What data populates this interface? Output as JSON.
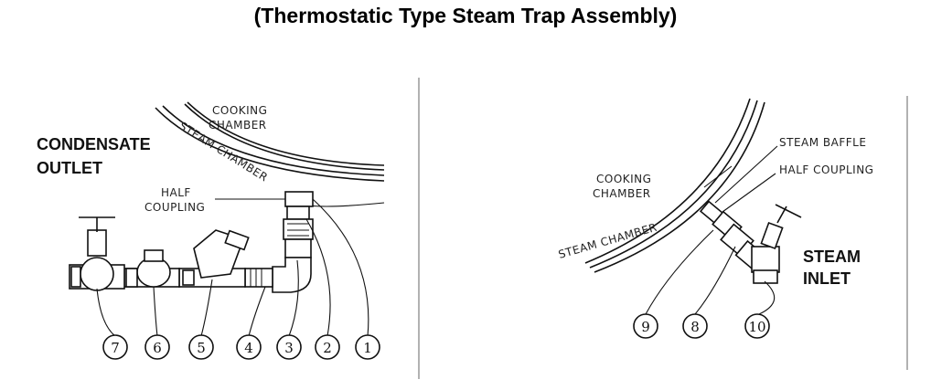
{
  "title": "(Thermostatic Type Steam Trap Assembly)",
  "left": {
    "condensate_line1": "CONDENSATE",
    "condensate_line2": "OUTLET",
    "cooking_line1": "COOKING",
    "cooking_line2": "CHAMBER",
    "steam_chamber": "STEAM CHAMBER",
    "half_coupling_line1": "HALF",
    "half_coupling_line2": "COUPLING",
    "callouts": [
      "7",
      "6",
      "5",
      "4",
      "3",
      "2",
      "1"
    ]
  },
  "right": {
    "steam_baffle": "STEAM BAFFLE",
    "half_coupling": "HALF COUPLING",
    "cooking_line1": "COOKING",
    "cooking_line2": "CHAMBER",
    "steam_chamber": "STEAM CHAMBER",
    "steam_inlet_line1": "STEAM",
    "steam_inlet_line2": "INLET",
    "callouts": [
      "9",
      "8",
      "10"
    ]
  }
}
